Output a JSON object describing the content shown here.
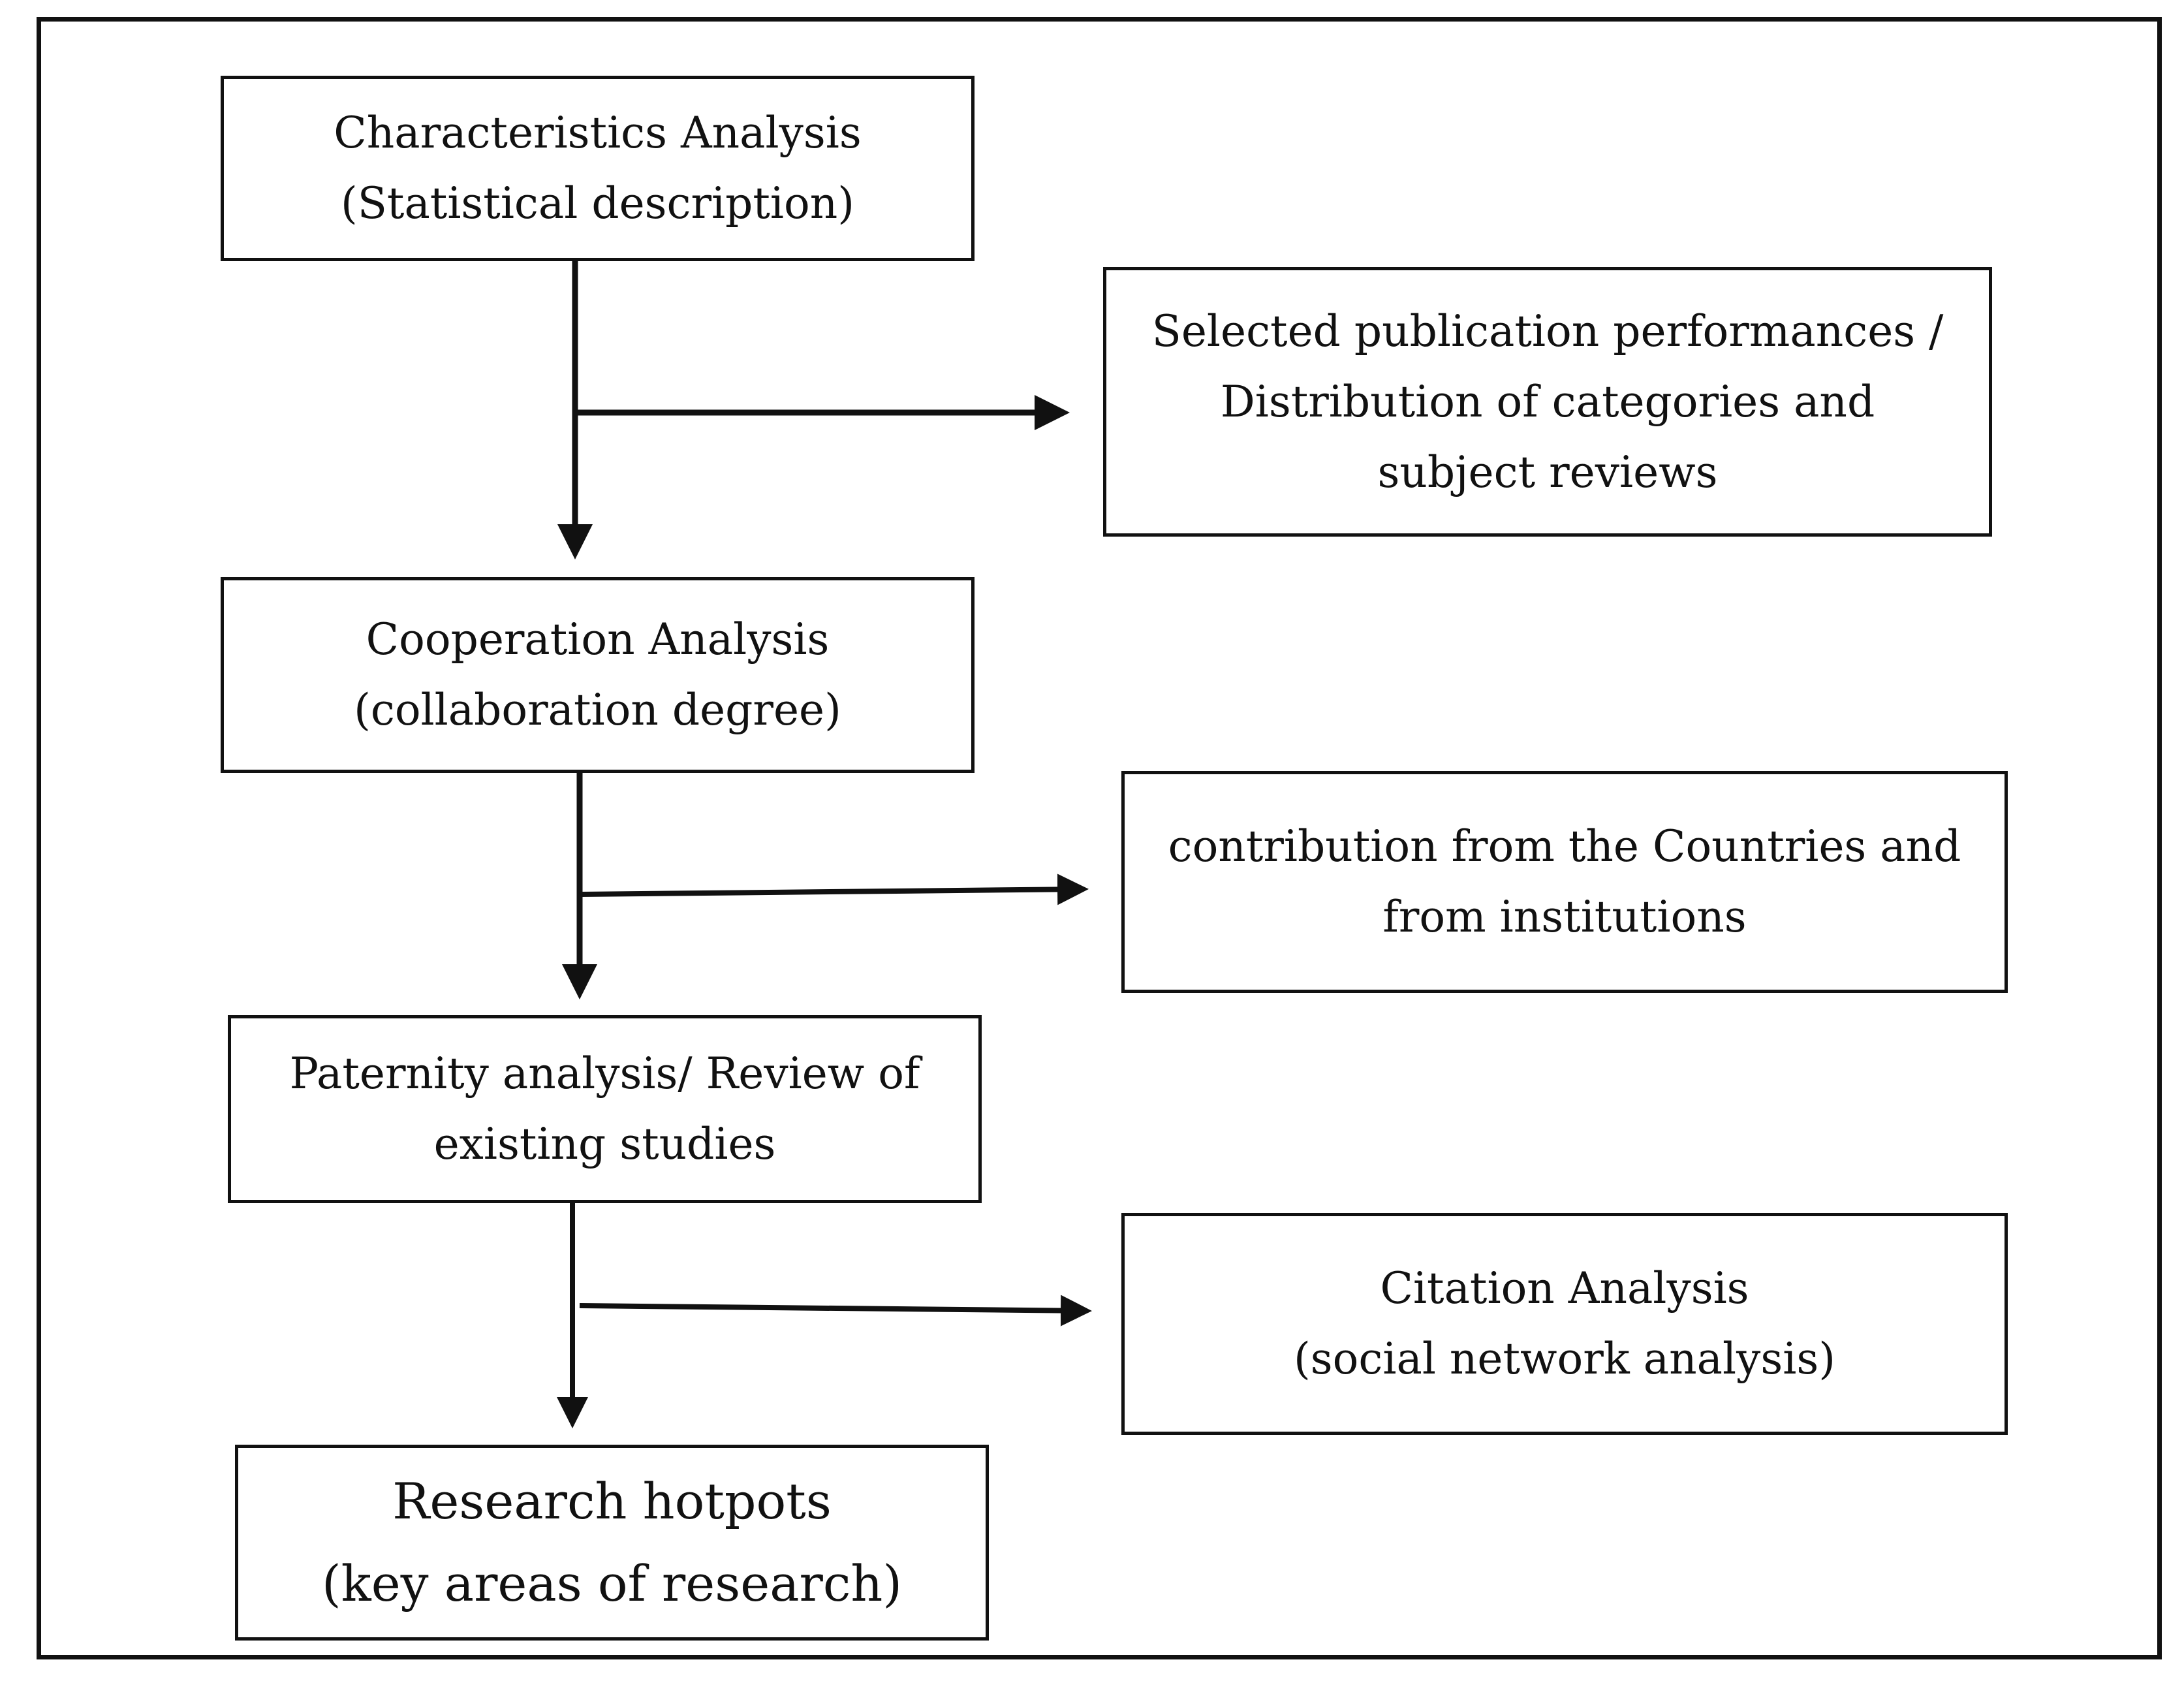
{
  "diagram": {
    "nodes": {
      "characteristics": {
        "line1": "Characteristics Analysis",
        "line2": "(Statistical description)"
      },
      "selected_publication": {
        "line1": "Selected publication performances /",
        "line2": "Distribution of categories and",
        "line3": "subject reviews"
      },
      "cooperation": {
        "line1": "Cooperation Analysis",
        "line2": "(collaboration degree)"
      },
      "contribution": {
        "line1": "contribution from the Countries and",
        "line2": "from institutions"
      },
      "paternity": {
        "line1": "Paternity analysis/ Review of",
        "line2": "existing studies"
      },
      "citation": {
        "line1": "Citation Analysis",
        "line2": "(social network analysis)"
      },
      "research_hotspots": {
        "line1": "Research hotpots",
        "line2": "(key areas of research)"
      }
    },
    "edges": [
      {
        "from": "characteristics",
        "to": "cooperation"
      },
      {
        "from": "characteristics",
        "to": "selected_publication"
      },
      {
        "from": "cooperation",
        "to": "paternity"
      },
      {
        "from": "cooperation",
        "to": "contribution"
      },
      {
        "from": "paternity",
        "to": "research_hotspots"
      },
      {
        "from": "paternity",
        "to": "citation"
      }
    ],
    "colors": {
      "stroke": "#111111",
      "background": "#ffffff"
    }
  }
}
